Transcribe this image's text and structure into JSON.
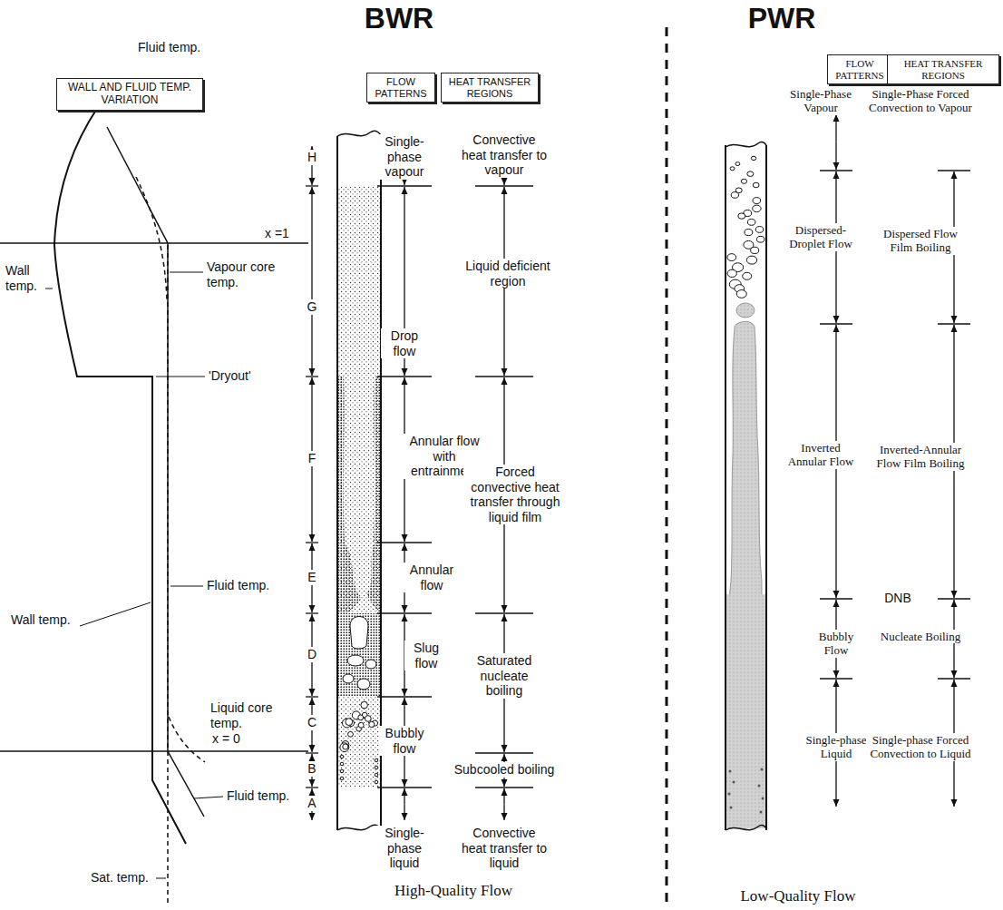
{
  "diagram": {
    "nodes": [
      {
        "text": [
          "WALL AND FLUID TEMP. VARIATION"
        ]
      },
      {
        "text": [
          "FLOW PATTERNS"
        ]
      },
      {
        "text": [
          "HEAT TRANSFER REGIONS"
        ]
      },
      {
        "text": [
          "FLOW PATTERNS"
        ]
      },
      {
        "text": [
          "HEAT TRANSFER REGIONS"
        ]
      }
    ],
    "labels": [
      "BWR",
      "PWR",
      "Fluid temp.",
      "Wall temp.",
      "Vapour core temp.",
      "x =1",
      "'Dryout'",
      "Fluid temp.",
      "Wall temp.",
      "Liquid core temp.",
      "x = 0",
      "Fluid temp.",
      "Sat. temp.",
      "H",
      "G",
      "F",
      "E",
      "D",
      "C",
      "B",
      "A",
      "Single-phase vapour",
      "Drop flow",
      "Annular flow with entrainment",
      "Annular flow",
      "Slug flow",
      "Bubbly flow",
      "Single-phase liquid",
      "Convective heat transfer to vapour",
      "Liquid deficient region",
      "Forced convective heat transfer through liquid film",
      "Saturated nucleate boiling",
      "Subcooled boiling",
      "Convective heat transfer to liquid",
      "High-Quality Flow",
      "Single-Phase Vapour",
      "Dispersed-Droplet Flow",
      "Inverted Annular Flow",
      "DNB",
      "Bubbly Flow",
      "Single-phase Liquid",
      "Single-Phase Forced Convection to Vapour",
      "Dispersed Flow Film Boiling",
      "Inverted-Annular Flow Film Boiling",
      "Nucleate Boiling",
      "Single-phase Forced Convection to Liquid",
      "Low-Quality Flow"
    ]
  }
}
